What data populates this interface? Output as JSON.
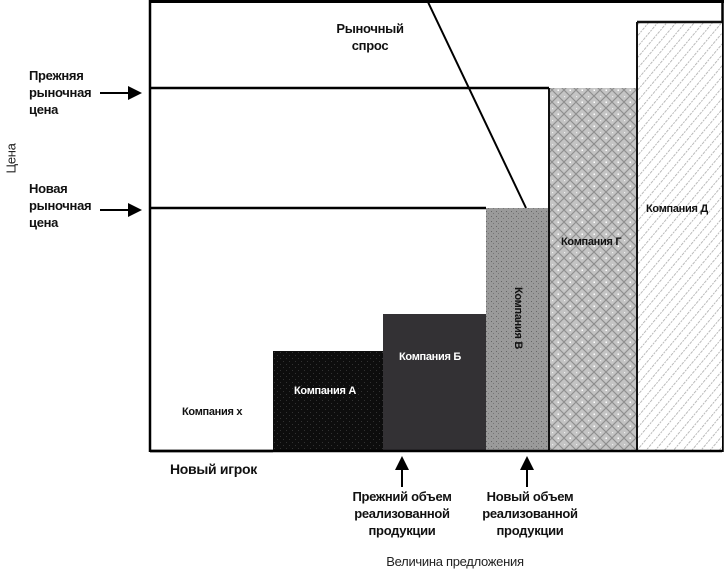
{
  "diagram": {
    "y_axis_label": "Цена",
    "x_axis_label": "Величина предложения",
    "demand_label": "Рыночный\nспрос",
    "old_price_label": [
      "Прежняя",
      "рыночная",
      "цена"
    ],
    "new_price_label": [
      "Новая",
      "рыночная",
      "цена"
    ],
    "new_player_label": "Новый игрок",
    "old_volume_label": [
      "Прежний объем",
      "реализованной",
      "продукции"
    ],
    "new_volume_label": [
      "Новый объем",
      "реализованной",
      "продукции"
    ],
    "companies": [
      {
        "name": "Компания х",
        "fill": "#ffffff",
        "pattern": "none",
        "text_color": "#111111"
      },
      {
        "name": "Компания А",
        "fill": "#0d0d0d",
        "pattern": "dots",
        "text_color": "#ffffff"
      },
      {
        "name": "Компания Б",
        "fill": "#333134",
        "pattern": "dots",
        "text_color": "#ffffff"
      },
      {
        "name": "Компания В",
        "fill": "#9a9a9a",
        "pattern": "dots",
        "text_color": "#111111"
      },
      {
        "name": "Компания Г",
        "fill": "#c4c4c4",
        "pattern": "lattice",
        "text_color": "#111111"
      },
      {
        "name": "Компания Д",
        "fill": "#ffffff",
        "pattern": "diagonal",
        "text_color": "#111111"
      }
    ]
  }
}
